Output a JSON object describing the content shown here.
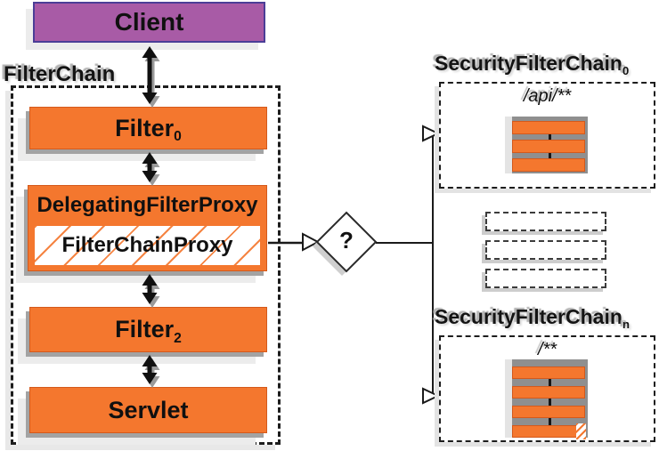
{
  "client": {
    "label": "Client"
  },
  "filterchain": {
    "label": "FilterChain",
    "filter0": {
      "base": "Filter",
      "sub": "0"
    },
    "delegating_proxy": {
      "label": "DelegatingFilterProxy"
    },
    "filter_chain_proxy": {
      "label": "FilterChainProxy"
    },
    "filter2": {
      "base": "Filter",
      "sub": "2"
    },
    "servlet": {
      "label": "Servlet"
    }
  },
  "decision": {
    "label": "?"
  },
  "chain0": {
    "base": "SecurityFilterChain",
    "sub": "0",
    "pattern": "/api/**",
    "bar_count": 3
  },
  "ellipsis": {
    "count": 3
  },
  "chain_n": {
    "base": "SecurityFilterChain",
    "sub": "n",
    "pattern": "/**",
    "bar_count": 4,
    "has_hatch_mark": true
  },
  "colors": {
    "orange": "#f4772e",
    "orange_border": "#d4591b",
    "purple": "#a85ba6",
    "purple_border": "#4b3e97",
    "bar_backdrop": "#8f8f8f",
    "strip": "#e4e4e4",
    "shadow_mid": "#a3a3a3",
    "shadow_light": "#ececec",
    "ink": "#111111"
  }
}
